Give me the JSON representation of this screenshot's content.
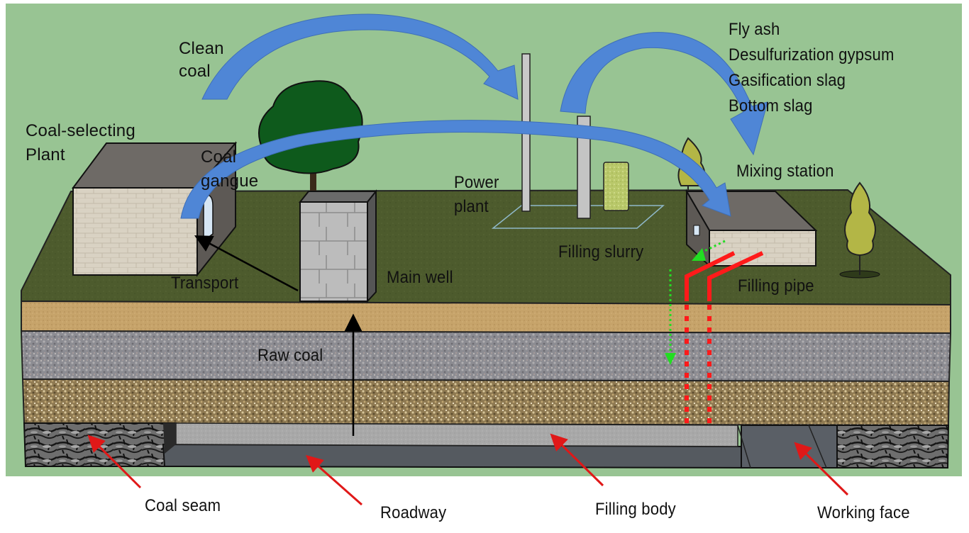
{
  "title": "Coal mine solid-waste backfill mining system",
  "colors": {
    "background_panel": "#98c493",
    "grass": "#4c5a2c",
    "sand_layer": "#c9a66b",
    "gray_gravel_layer": "#8a8a8f",
    "brown_gravel_layer": "#a08a60",
    "coal_seam": "#3a3a3a",
    "roadway": "#555a60",
    "filling_body": "#a9a9a9",
    "flow_arrow": "#4f86d6",
    "pointer_arrow": "#e01818",
    "filling_pipe": "#ff1a1a",
    "slurry_arrow": "#22dd22"
  },
  "labels": {
    "clean_coal": [
      "Clean",
      "coal"
    ],
    "coal_selecting_plant": [
      "Coal-selecting",
      "Plant"
    ],
    "coal_gangue": [
      "Coal",
      "gangue"
    ],
    "power_plant": [
      "Power",
      "plant"
    ],
    "waste_materials": [
      "Fly ash",
      "Desulfurization  gypsum",
      "Gasification  slag",
      "Bottom  slag"
    ],
    "mixing_station": "Mixing  station",
    "transport": "Transport",
    "main_well": "Main  well",
    "filling_slurry": "Filling  slurry",
    "filling_pipe": "Filling  pipe",
    "raw_coal": "Raw coal",
    "coal_seam": "Coal  seam",
    "roadway": "Roadway",
    "filling_body": "Filling  body",
    "working_face": "Working  face"
  },
  "icons": {
    "flow_arrows": [
      "clean-coal-arrow",
      "coal-gangue-arrow",
      "waste-materials-arrow"
    ],
    "pointer_arrows": [
      "coal-seam-pointer",
      "roadway-pointer",
      "filling-body-pointer",
      "working-face-pointer"
    ]
  }
}
